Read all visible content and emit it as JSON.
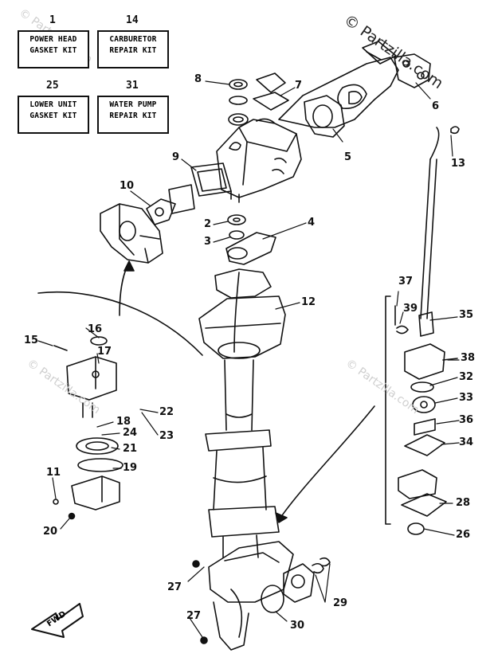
{
  "kits": [
    {
      "num": "1",
      "line1": "POWER HEAD",
      "line2": "GASKET KIT"
    },
    {
      "num": "14",
      "line1": "CARBURETOR",
      "line2": "REPAIR KIT"
    },
    {
      "num": "25",
      "line1": "LOWER UNIT",
      "line2": "GASKET KIT"
    },
    {
      "num": "31",
      "line1": "WATER PUMP",
      "line2": "REPAIR KIT"
    }
  ],
  "callouts": [
    "8",
    "7",
    "6",
    "5",
    "13",
    "9",
    "10",
    "2",
    "4",
    "3",
    "12",
    "37",
    "39",
    "35",
    "16",
    "17",
    "15",
    "38",
    "32",
    "33",
    "22",
    "18",
    "23",
    "24",
    "36",
    "21",
    "34",
    "19",
    "11",
    "28",
    "20",
    "26",
    "27",
    "29",
    "27",
    "30"
  ],
  "watermark": "© Partzilla.com",
  "fwd_label": "FWD"
}
